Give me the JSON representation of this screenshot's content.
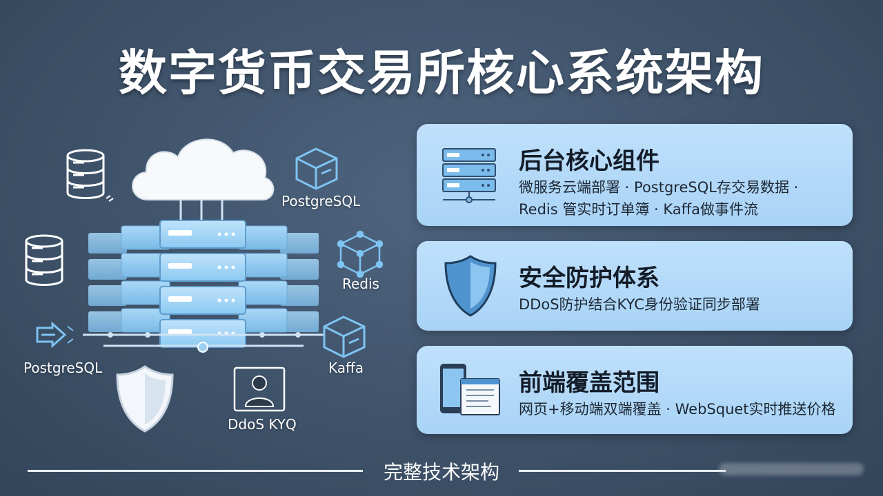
{
  "title": "数字货币交易所核心系统架构",
  "illustration": {
    "labels": {
      "postgres_top": "PostgreSQL",
      "redis": "Redis",
      "postgres_left": "PostgreSQL",
      "kaffa": "Kaffa",
      "ddos": "DdoS KYQ"
    }
  },
  "cards": [
    {
      "icon": "server-stack-icon",
      "title": "后台核心组件",
      "lines": [
        "微服务云端部署 · PostgreSQL存交易数据 ·",
        "Redis 管实时订单簿 · Kaffa做事件流"
      ]
    },
    {
      "icon": "shield-icon",
      "title": "安全防护体系",
      "lines": [
        "DDoS防护结合KYC身份验证同步部署"
      ]
    },
    {
      "icon": "devices-icon",
      "title": "前端覆盖范围",
      "lines": [
        "网页+移动端双端覆盖 · WebSquet实时推送价格"
      ]
    }
  ],
  "footer": "完整技术架构",
  "colors": {
    "background": "#3e5269",
    "card": "#b6dafa",
    "server_blue": "#8cc7ef",
    "icon_blue": "#5ea9e6"
  }
}
